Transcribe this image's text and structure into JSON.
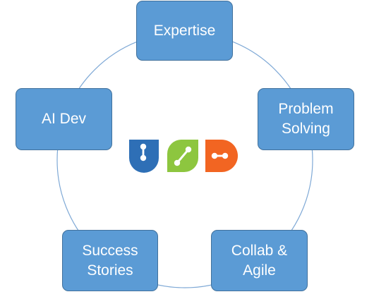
{
  "diagram": {
    "nodes": [
      {
        "id": "expertise",
        "label": "Expertise"
      },
      {
        "id": "problem-solving",
        "label": "Problem\nSolving"
      },
      {
        "id": "collab-agile",
        "label": "Collab &\nAgile"
      },
      {
        "id": "success-stories",
        "label": "Success\nStories"
      },
      {
        "id": "ai-dev",
        "label": "AI Dev"
      }
    ],
    "colors": {
      "node_fill": "#5b9bd5",
      "node_border": "#41719c",
      "node_text": "#ffffff",
      "ring": "#7fa9d6",
      "logo_blue": "#2e6fb6",
      "logo_green": "#8dc63f",
      "logo_orange": "#f26522"
    },
    "logo": {
      "icons": [
        "u-link-icon",
        "leaf-link-icon",
        "d-link-icon"
      ]
    }
  }
}
